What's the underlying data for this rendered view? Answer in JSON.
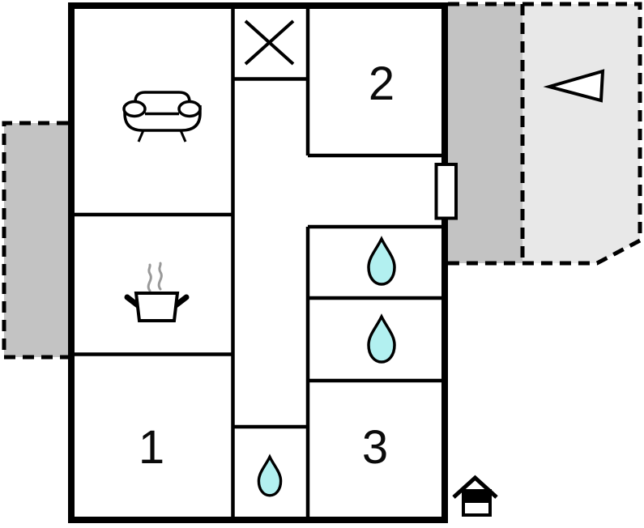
{
  "plan": {
    "type": "floor-plan",
    "room_labels": [
      "1",
      "2",
      "3"
    ],
    "icons": [
      "sofa-icon",
      "stove-icon",
      "crossed-box-icon",
      "water-drop-icon",
      "water-drop-icon",
      "water-drop-icon",
      "door-marker",
      "north-arrow-icon",
      "house-entrance-icon"
    ],
    "colors": {
      "wall": "#000000",
      "background": "#ffffff",
      "terrace_dark": "#c3c3c3",
      "terrace_light": "#e8e8e8",
      "water_drop": "#b2f0f0",
      "steam": "#999999"
    }
  }
}
